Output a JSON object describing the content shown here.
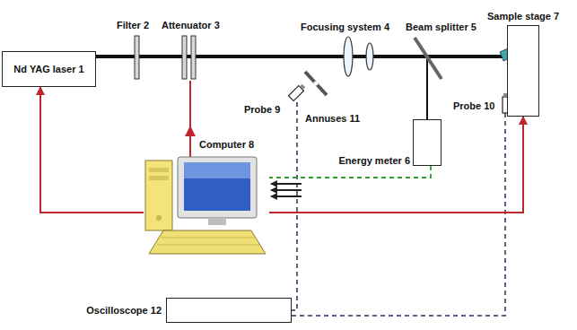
{
  "diagram": {
    "nodes": [
      {
        "text": [
          "Nd YAG laser 1"
        ]
      },
      {
        "text": [
          "Energy meter 6"
        ]
      },
      {
        "text": [
          "Sample stage 7"
        ]
      },
      {
        "text": [
          "Computer 8"
        ]
      },
      {
        "text": [
          "Oscilloscope 12"
        ]
      }
    ],
    "edges": [
      {
        "from": 3,
        "to": 0,
        "arrow": "to"
      },
      {
        "from": 1,
        "to": 3,
        "arrow": "none"
      },
      {
        "from": 3,
        "to": 2,
        "arrow": "to"
      }
    ],
    "labels": [
      "Filter 2",
      "Attenuator 3",
      "Focusing system 4",
      "Beam splitter 5",
      "Probe 9",
      "Annuses 11",
      "Probe 10"
    ]
  }
}
